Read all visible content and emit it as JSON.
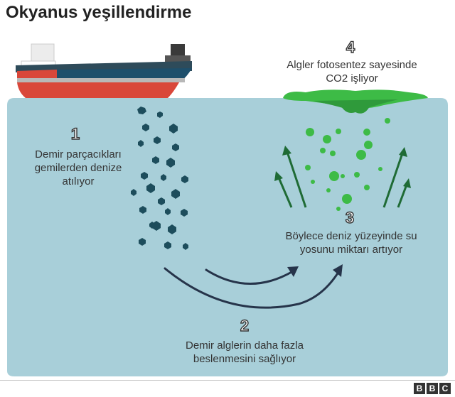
{
  "title": "Okyanus yeşillendirme",
  "steps": [
    {
      "number": "1",
      "lines": [
        "Demir parçacıkları",
        "gemilerden denize",
        "atılıyor"
      ]
    },
    {
      "number": "2",
      "lines": [
        "Demir alglerin daha fazla",
        "beslenmesini sağlıyor"
      ]
    },
    {
      "number": "3",
      "lines": [
        "Böylece deniz yüzeyinde su",
        "yosunu miktarı artıyor"
      ]
    },
    {
      "number": "4",
      "lines": [
        "Algler fotosentez sayesinde",
        "CO2 işliyor"
      ]
    }
  ],
  "logo": {
    "letters": [
      "B",
      "B",
      "C"
    ]
  },
  "colors": {
    "sea": "#a8cfd9",
    "iron": "#1d4d5c",
    "algae": "#3dbb46",
    "arrow_green": "#1f6b35",
    "flow_arrow": "#26344a",
    "ship_hull_red": "#d9473a",
    "ship_hull_dark": "#1e4f6b"
  }
}
